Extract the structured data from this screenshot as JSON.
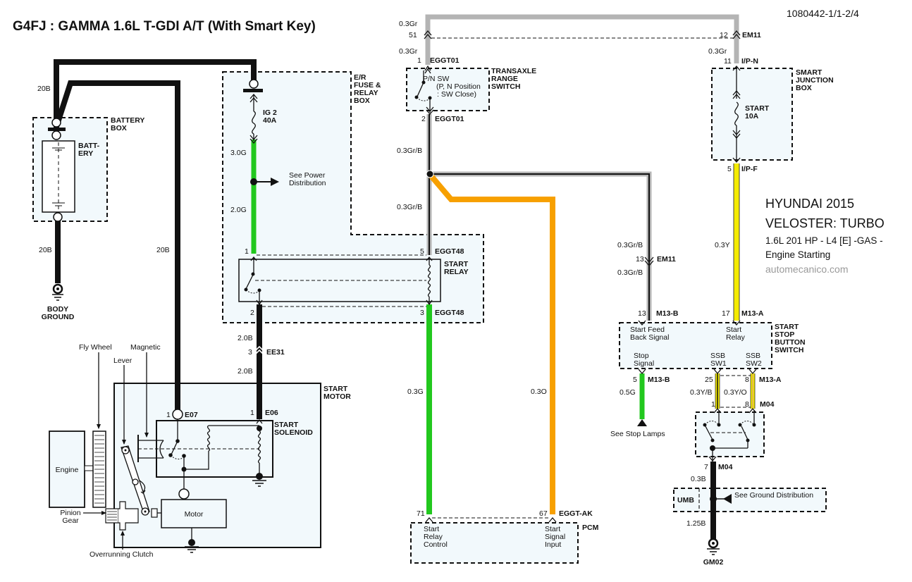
{
  "title": "G4FJ : GAMMA 1.6L T-GDI A/T (With Smart Key)",
  "doc_id": "1080442-1/1-2/4",
  "vehicle_info": {
    "line1": "HYUNDAI 2015",
    "line2": "VELOSTER: TURBO",
    "line3": "1.6L 201 HP - L4 [E] -GAS -",
    "line4": "Engine Starting",
    "watermark": "automecanico.com"
  },
  "colors": {
    "wire_black": "#111111",
    "wire_green": "#22c81e",
    "wire_gray": "#b4b4b4",
    "wire_orange": "#f7a000",
    "wire_yellow": "#f5eb00",
    "box_fill": "#f2f9fc"
  },
  "components": {
    "battery_box": "BATTERY\nBOX",
    "battery": [
      "BATT-",
      "ERY"
    ],
    "body_ground": [
      "BODY",
      "GROUND"
    ],
    "er_fuse_box": [
      "E/R",
      "FUSE &",
      "RELAY",
      "BOX"
    ],
    "ig2_fuse": [
      "IG 2",
      "40A"
    ],
    "see_power": [
      "See Power",
      "Distribution"
    ],
    "start_relay": [
      "START",
      "RELAY"
    ],
    "transaxle": [
      "TRANSAXLE",
      "RANGE",
      "SWITCH"
    ],
    "pn_sw": [
      "P/N SW",
      "(P, N Position",
      ": SW Close)"
    ],
    "smart_junction": [
      "SMART",
      "JUNCTION",
      "BOX"
    ],
    "start_fuse": [
      "START",
      "10A"
    ],
    "start_motor": [
      "START",
      "MOTOR"
    ],
    "start_solenoid": [
      "START",
      "SOLENOID"
    ],
    "motor": "Motor",
    "engine": "Engine",
    "fly_wheel": "Fly Wheel",
    "magnetic": "Magnetic",
    "lever": "Lever",
    "pinion_gear": [
      "Pinion",
      "Gear"
    ],
    "overrunning_clutch": "Overrunning Clutch",
    "pcm": "PCM",
    "pcm_pin71": [
      "Start",
      "Relay",
      "Control"
    ],
    "pcm_pin67": [
      "Start",
      "Signal",
      "Input"
    ],
    "ssb_switch": [
      "START",
      "STOP",
      "BUTTON",
      "SWITCH"
    ],
    "ssb_feedback": [
      "Start Feed",
      "Back Signal"
    ],
    "ssb_relay": [
      "Start",
      "Relay"
    ],
    "ssb_stop": [
      "Stop",
      "Signal"
    ],
    "ssb_sw1": [
      "SSB",
      "SW1"
    ],
    "ssb_sw2": [
      "SSB",
      "SW2"
    ],
    "see_stop_lamps": "See Stop Lamps",
    "umb": "UMB",
    "see_ground": "See Ground Distribution",
    "gm02": "GM02"
  },
  "wires": {
    "w20b_a": "20B",
    "w20b_b": "20B",
    "w20b_c": "20B",
    "w30g": "3.0G",
    "w20g": "2.0G",
    "w20b_d": "2.0B",
    "w20b_e": "2.0B",
    "w03gr_a": "0.3Gr",
    "w03gr_b": "0.3Gr",
    "w03gr_c": "0.3Gr",
    "w03grb_a": "0.3Gr/B",
    "w03grb_b": "0.3Gr/B",
    "w03grb_c": "0.3Gr/B",
    "w03grb_d": "0.3Gr/B",
    "w03g": "0.3G",
    "w03o": "0.3O",
    "w03y": "0.3Y",
    "w05g": "0.5G",
    "w03yb": "0.3Y/B",
    "w03yo": "0.3Y/O",
    "w03b": "0.3B",
    "w125b": "1.25B"
  },
  "connectors": {
    "eggt01": "EGGT01",
    "eggt48": "EGGT48",
    "em11": "EM11",
    "ipn": "I/P-N",
    "ipf": "I/P-F",
    "ee31": "EE31",
    "e06": "E06",
    "e07": "E07",
    "eggtak": "EGGT-AK",
    "m13b": "M13-B",
    "m13a": "M13-A",
    "m04": "M04"
  },
  "pins": {
    "p51": "51",
    "p12": "12",
    "p1a": "1",
    "p2a": "2",
    "p11": "11",
    "p5a": "5",
    "p1r": "1",
    "p5r": "5",
    "p2r": "2",
    "p3r": "3",
    "p3ee": "3",
    "p1e06": "1",
    "p1e07": "1",
    "p13em": "13",
    "p13m": "13",
    "p17": "17",
    "p71": "71",
    "p67": "67",
    "p5m": "5",
    "p25": "25",
    "p8a": "8",
    "p1m": "1",
    "p8m": "8",
    "p7": "7"
  }
}
